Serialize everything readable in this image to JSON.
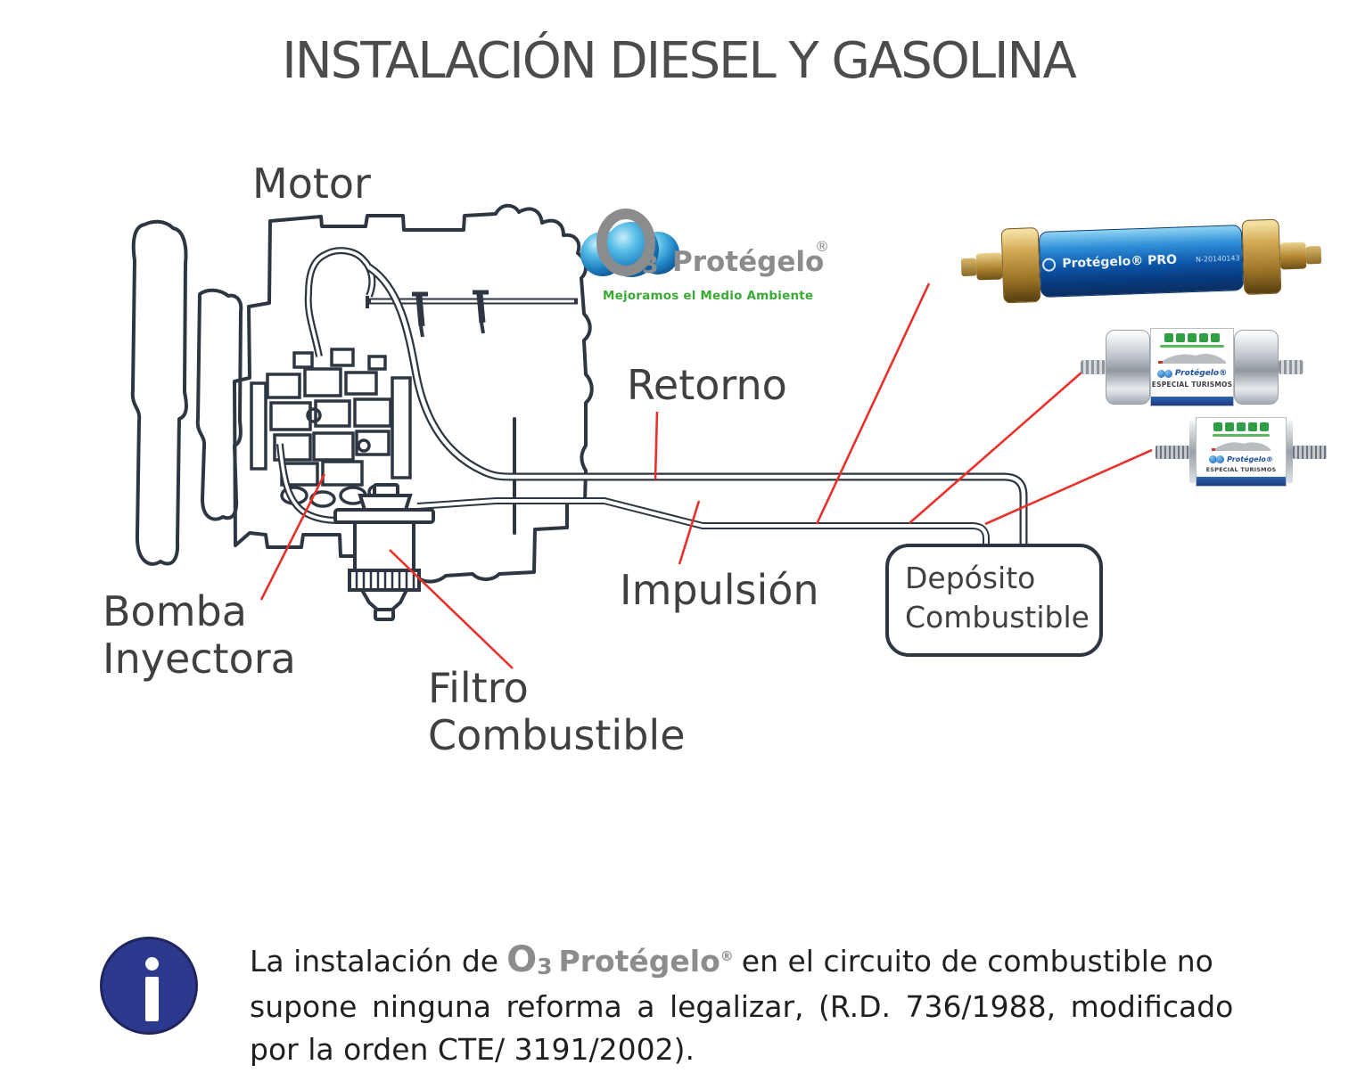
{
  "header": {
    "title": "INSTALACIÓN DIESEL Y GASOLINA"
  },
  "logo": {
    "o": "O",
    "sub": "3",
    "name": "Protégelo",
    "reg": "®",
    "tagline": "Mejoramos el Medio Ambiente"
  },
  "labels": {
    "motor": "Motor",
    "retorno": "Retorno",
    "impulsion": "Impulsión",
    "bomba": [
      "Bomba",
      "Inyectora"
    ],
    "filtro": [
      "Filtro",
      "Combustible"
    ],
    "deposito": [
      "Depósito",
      "Combustible"
    ]
  },
  "products": {
    "pro": {
      "brand": "Protégelo®",
      "model": "PRO",
      "text": "Protégelo® PRO",
      "serial": "N-20140143"
    },
    "medium": {
      "brand": "Protégelo®",
      "model": "ESPECIAL TURISMOS"
    },
    "small": {
      "brand": "Protégelo®",
      "model": "ESPECIAL TURISMOS"
    }
  },
  "footer": {
    "text_before": "La instalación de",
    "brand": {
      "o": "O",
      "sub": "3",
      "name": "Protégelo",
      "reg": "®"
    },
    "text_after": "en el circuito de combustible no",
    "line2": "supone ninguna reforma a legalizar, (R.D. 736/1988, modificado",
    "line3": "por la orden CTE/ 3191/2002)."
  },
  "icons": {
    "info": "info-icon",
    "eco_badges": "eco-certification-icons",
    "car": "car-silhouette-icon",
    "o3_spheres": "ozone-molecule-icon"
  },
  "colors": {
    "ink": "#2e3642",
    "label_text": "#3f4042",
    "title_text": "#4c4c4c",
    "leader_red": "#e8312a",
    "logo_gray": "#8a8c8e",
    "logo_green": "#3aaa35",
    "sphere_blue": "#1e7fc0",
    "info_blue": "#2c3a8d",
    "body_text": "#221f1f",
    "brass": "#c9a050",
    "pro_blue": "#0d56a8",
    "band_blue": "#2456a8"
  }
}
